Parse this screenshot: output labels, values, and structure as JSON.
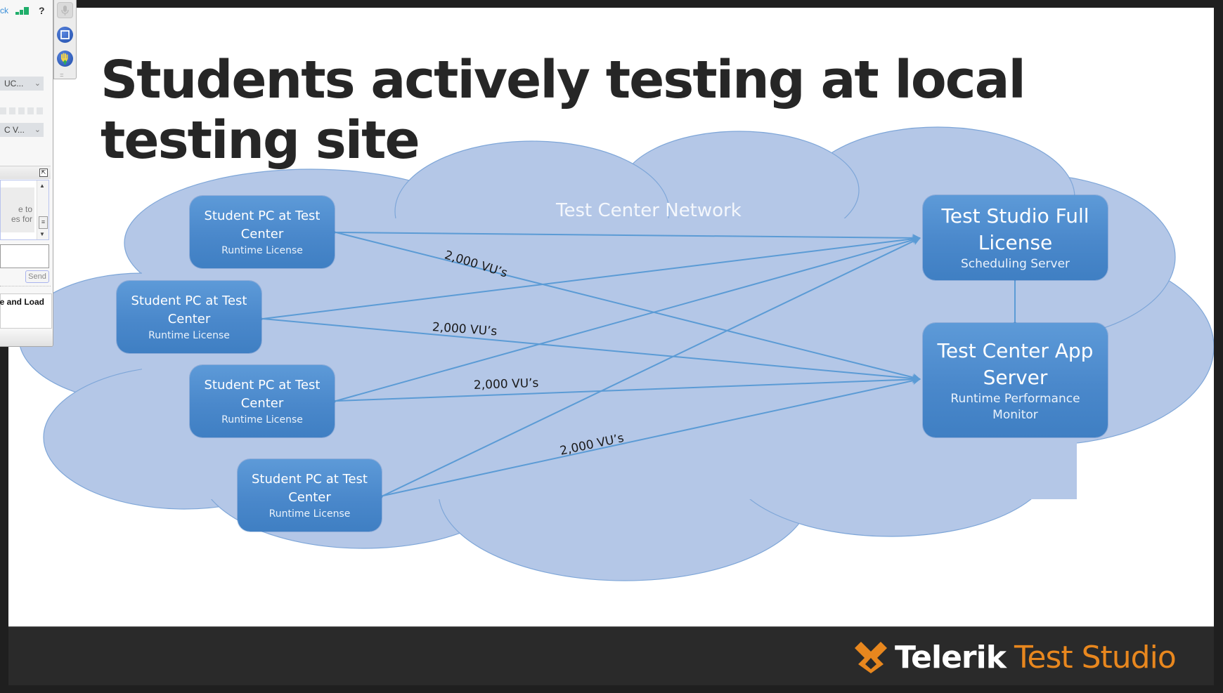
{
  "slide": {
    "title_line1": "Students actively testing at local",
    "title_line2": "testing site",
    "network_label": "Test Center Network",
    "students": [
      {
        "main_line1": "Student PC at Test",
        "main_line2": "Center",
        "sub": "Runtime License"
      },
      {
        "main_line1": "Student PC at Test",
        "main_line2": "Center",
        "sub": "Runtime License"
      },
      {
        "main_line1": "Student PC at Test",
        "main_line2": "Center",
        "sub": "Runtime License"
      },
      {
        "main_line1": "Student PC at Test",
        "main_line2": "Center",
        "sub": "Runtime License"
      }
    ],
    "servers": [
      {
        "main_line1": "Test Studio Full",
        "main_line2": "License",
        "sub_line1": "Scheduling Server",
        "sub_line2": ""
      },
      {
        "main_line1": "Test Center App",
        "main_line2": "Server",
        "sub_line1": "Runtime Performance",
        "sub_line2": "Monitor"
      }
    ],
    "vu_labels": [
      "2,000 VU’s",
      "2,000 VU’s",
      "2,000 VU’s",
      "2,000 VU’s"
    ],
    "colors": {
      "cloud_fill": "#b4c7e7",
      "cloud_stroke": "#7ea6d8",
      "box_fill": "#4f8fd0",
      "connector": "#5b9bd5",
      "title": "#262626"
    }
  },
  "footer": {
    "brand": "Telerik",
    "product": "Test Studio",
    "brand_accent": "#e8871e"
  },
  "side_panel": {
    "link_fragment": "ck",
    "help": "?",
    "select1": "UC...",
    "select2": "C V...",
    "chat_text_line1": "e to",
    "chat_text_line2": "es for",
    "send_label": "Send",
    "note_fragment": "e and Load"
  },
  "mini_toolbar": {
    "buttons": [
      "microphone",
      "share-screen",
      "raise-hand"
    ]
  }
}
